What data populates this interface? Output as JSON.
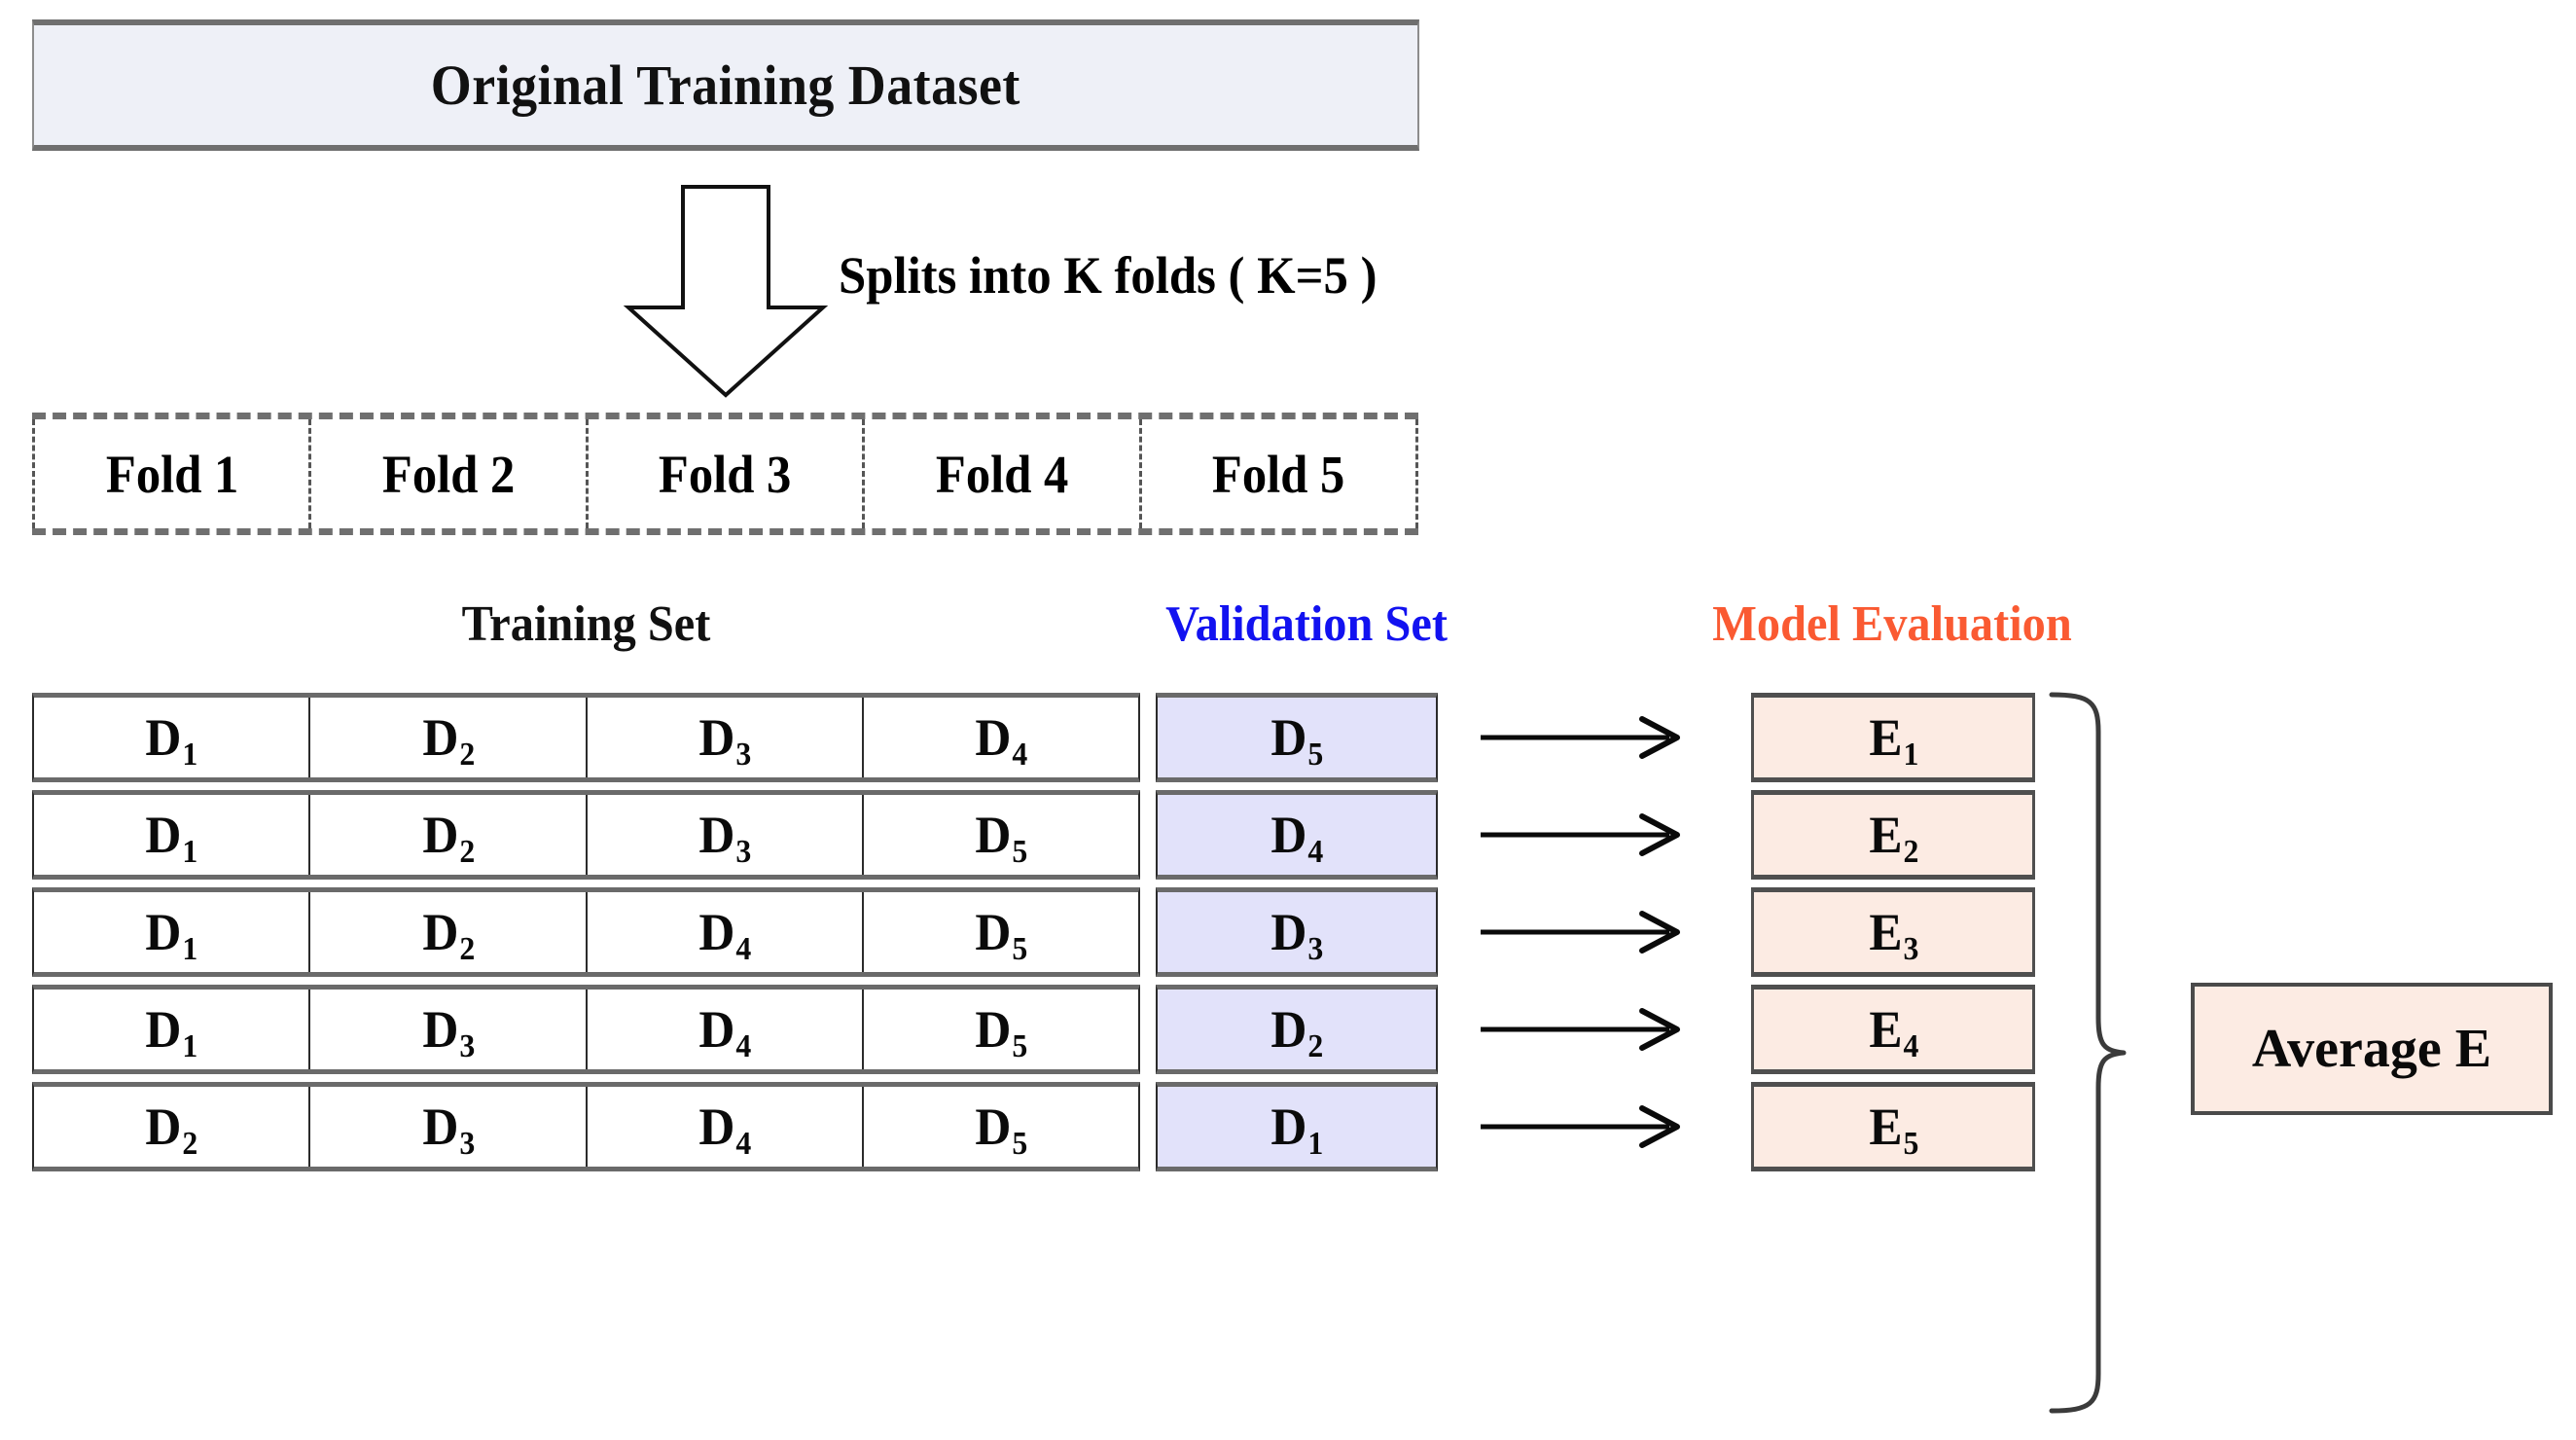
{
  "diagram": {
    "title": "Original Training Dataset",
    "split_caption": "Splits into K folds ( K=5 )",
    "folds": [
      {
        "label": "Fold 1"
      },
      {
        "label": "Fold 2"
      },
      {
        "label": "Fold 3"
      },
      {
        "label": "Fold 4"
      },
      {
        "label": "Fold 5"
      }
    ],
    "headers": {
      "training": "Training Set",
      "validation": "Validation Set",
      "evaluation": "Model Evaluation"
    },
    "rows": [
      {
        "training": [
          {
            "base": "D",
            "sub": "1"
          },
          {
            "base": "D",
            "sub": "2"
          },
          {
            "base": "D",
            "sub": "3"
          },
          {
            "base": "D",
            "sub": "4"
          }
        ],
        "validation": {
          "base": "D",
          "sub": "5"
        },
        "evaluation": {
          "base": "E",
          "sub": "1"
        }
      },
      {
        "training": [
          {
            "base": "D",
            "sub": "1"
          },
          {
            "base": "D",
            "sub": "2"
          },
          {
            "base": "D",
            "sub": "3"
          },
          {
            "base": "D",
            "sub": "5"
          }
        ],
        "validation": {
          "base": "D",
          "sub": "4"
        },
        "evaluation": {
          "base": "E",
          "sub": "2"
        }
      },
      {
        "training": [
          {
            "base": "D",
            "sub": "1"
          },
          {
            "base": "D",
            "sub": "2"
          },
          {
            "base": "D",
            "sub": "4"
          },
          {
            "base": "D",
            "sub": "5"
          }
        ],
        "validation": {
          "base": "D",
          "sub": "3"
        },
        "evaluation": {
          "base": "E",
          "sub": "3"
        }
      },
      {
        "training": [
          {
            "base": "D",
            "sub": "1"
          },
          {
            "base": "D",
            "sub": "3"
          },
          {
            "base": "D",
            "sub": "4"
          },
          {
            "base": "D",
            "sub": "5"
          }
        ],
        "validation": {
          "base": "D",
          "sub": "2"
        },
        "evaluation": {
          "base": "E",
          "sub": "4"
        }
      },
      {
        "training": [
          {
            "base": "D",
            "sub": "2"
          },
          {
            "base": "D",
            "sub": "3"
          },
          {
            "base": "D",
            "sub": "4"
          },
          {
            "base": "D",
            "sub": "5"
          }
        ],
        "validation": {
          "base": "D",
          "sub": "1"
        },
        "evaluation": {
          "base": "E",
          "sub": "5"
        }
      }
    ],
    "average": "Average E",
    "colors": {
      "title_fill": "#eef0f7",
      "validation_fill": "#e2e2fa",
      "evaluation_fill": "#fcebe3",
      "validation_header_text": "#1212f0",
      "evaluation_header_text": "#fa5a32",
      "border_dark": "#6a6a6a",
      "text": "#0a0a0a"
    },
    "icons": {
      "split_arrow": "down-block-arrow-icon",
      "flow_arrow": "right-arrow-icon",
      "brace": "right-curly-brace-icon"
    }
  }
}
